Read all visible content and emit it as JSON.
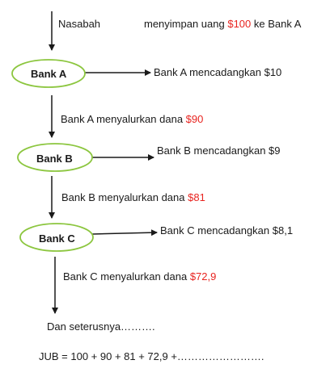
{
  "header": {
    "nasabah": "Nasabah",
    "deposit_prefix": "menyimpan uang ",
    "deposit_amount": "$100",
    "deposit_suffix": " ke Bank A"
  },
  "banks": [
    {
      "name": "Bank A",
      "reserve_text": "Bank A mencadangkan $10",
      "lend_prefix": "Bank A menyalurkan dana ",
      "lend_amount": "$90"
    },
    {
      "name": "Bank B",
      "reserve_text": "Bank B mencadangkan $9",
      "lend_prefix": "Bank B menyalurkan dana ",
      "lend_amount": "$81"
    },
    {
      "name": "Bank C",
      "reserve_text": "Bank C mencadangkan $8,1",
      "lend_prefix": "Bank C menyalurkan dana ",
      "lend_amount": "$72,9"
    }
  ],
  "footer": {
    "continuation": "Dan seterusnya……….",
    "formula": "JUB = 100 + 90 + 81 + 72,9 +……………………."
  },
  "colors": {
    "ellipse_stroke": "#8cc63f",
    "highlight_amount": "#e8231f",
    "text": "#1a1a1a"
  }
}
